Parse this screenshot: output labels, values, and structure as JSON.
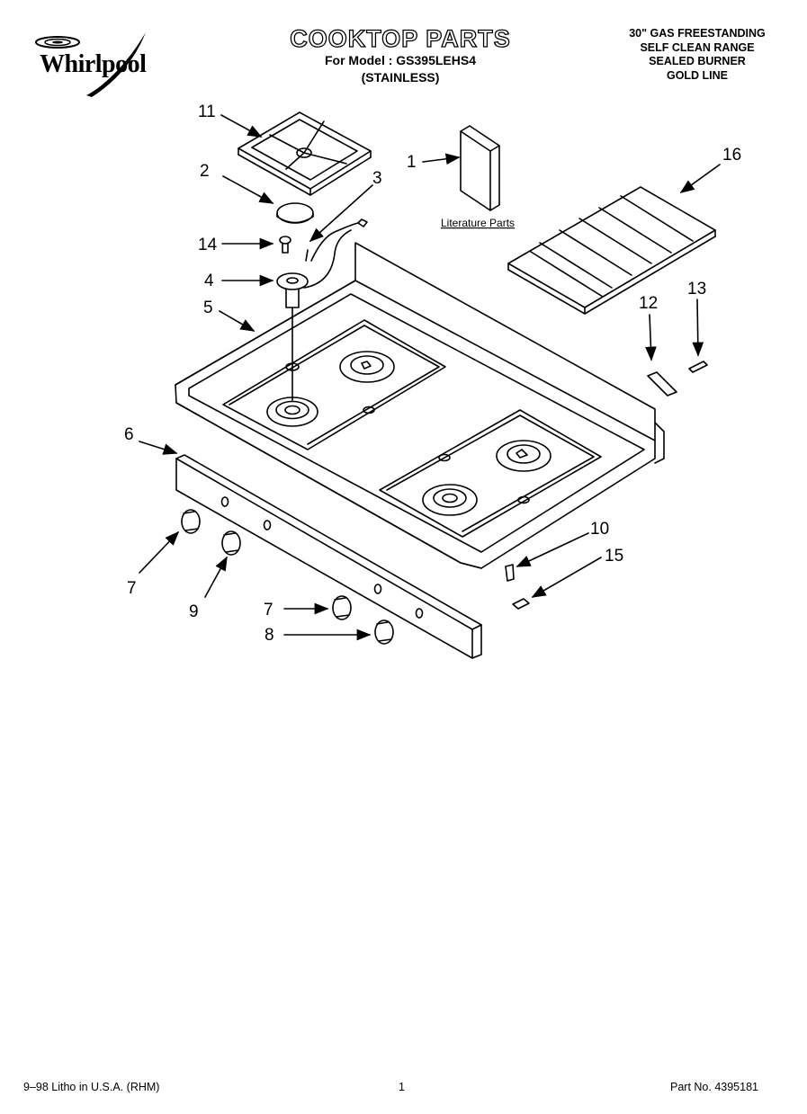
{
  "header": {
    "brand": "Whirlpool",
    "title": "COOKTOP PARTS",
    "model_line": "For Model : GS395LEHS4",
    "finish": "(STAINLESS)",
    "description": [
      "30\" GAS FREESTANDING",
      "SELF CLEAN RANGE",
      "SEALED BURNER",
      "GOLD LINE"
    ]
  },
  "diagram": {
    "literature_label": "Literature Parts",
    "callouts": [
      "11",
      "2",
      "3",
      "1",
      "16",
      "14",
      "4",
      "5",
      "12",
      "13",
      "6",
      "10",
      "15",
      "7",
      "9",
      "7",
      "8"
    ]
  },
  "footer": {
    "print_info": "9–98 Litho in U.S.A. (RHM)",
    "page_number": "1",
    "part_number": "Part No. 4395181"
  }
}
